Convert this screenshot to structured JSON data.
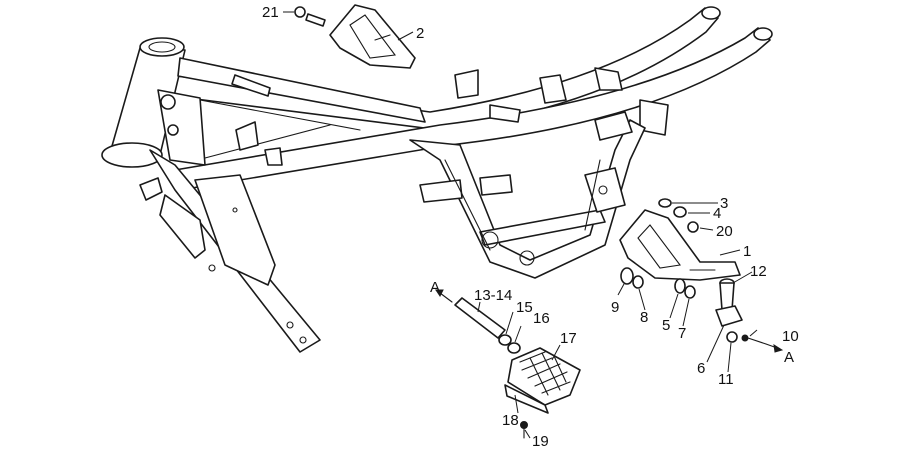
{
  "callouts": {
    "c1": "1",
    "c2": "2",
    "c3": "3",
    "c4": "4",
    "c5": "5",
    "c6": "6",
    "c7": "7",
    "c8": "8",
    "c9": "9",
    "c10": "10",
    "c11": "11",
    "c12": "12",
    "c13_14": "13-14",
    "c15": "15",
    "c16": "16",
    "c17": "17",
    "c18": "18",
    "c19": "19",
    "c20": "20",
    "c21": "21"
  },
  "arrow_labels": {
    "left": "A",
    "right": "A"
  },
  "colors": {
    "line": "#1a1a1a",
    "background": "#ffffff"
  }
}
